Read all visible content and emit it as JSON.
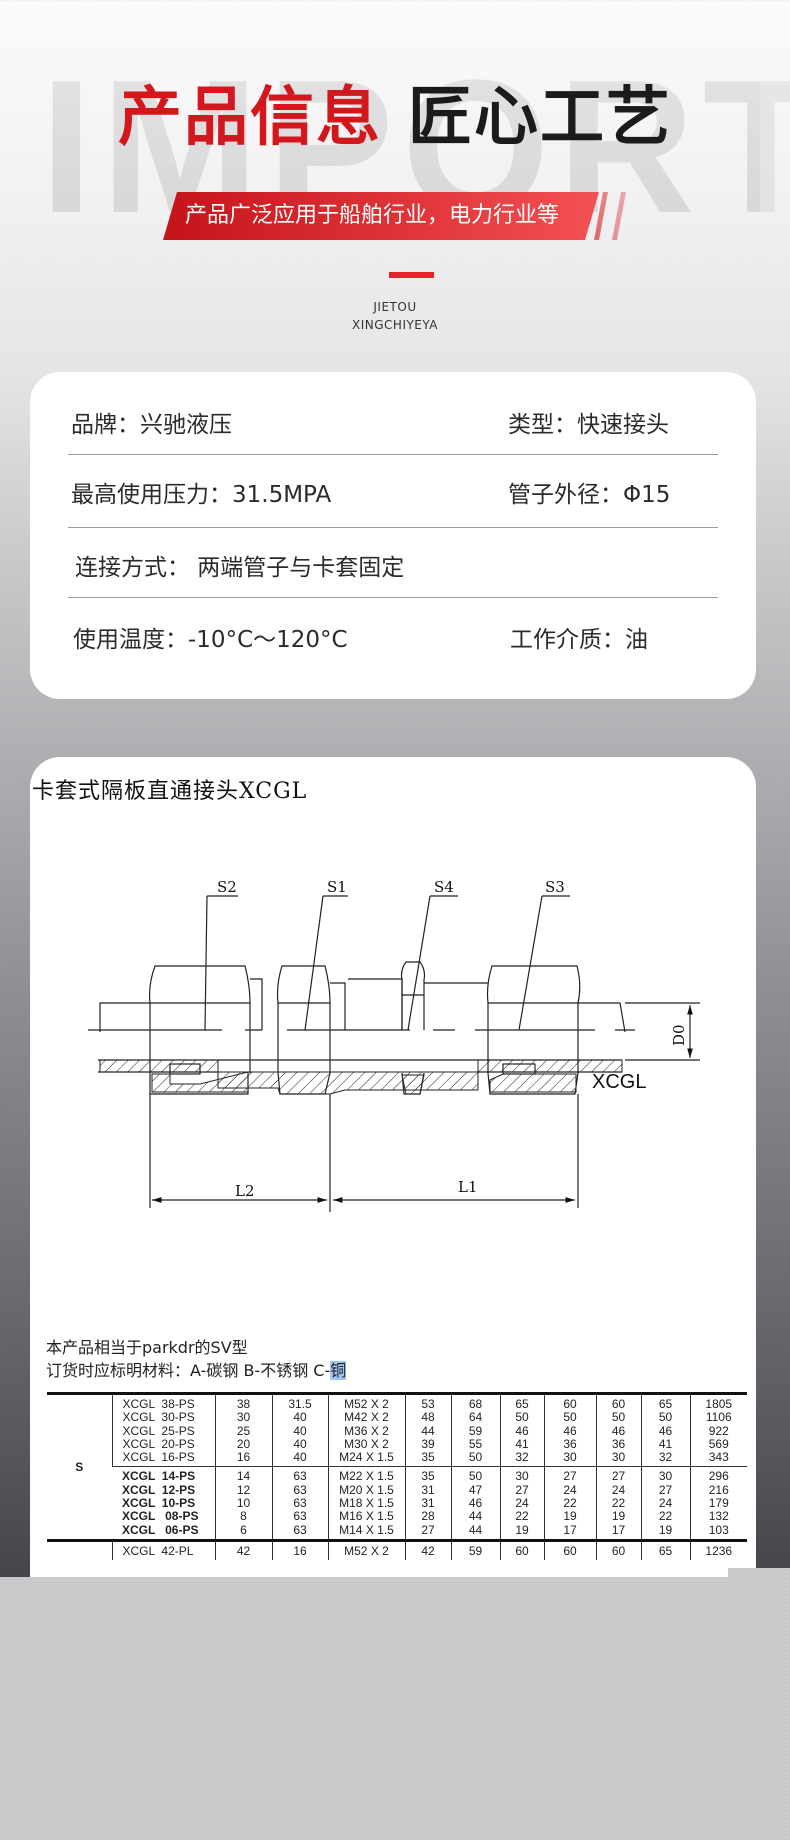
{
  "header": {
    "watermark": "IMPORT",
    "title_red": "产品信息",
    "title_dark": "匠心工艺",
    "banner_text": "产品广泛应用于船舶行业，电力行业等",
    "sub_line1": "JIETOU",
    "sub_line2": "XINGCHIYEYA",
    "colors": {
      "accent_red": "#d3181d",
      "dark": "#1b1b1b"
    }
  },
  "info": {
    "rows": [
      {
        "left": "品牌：兴驰液压",
        "right": "类型：快速接头"
      },
      {
        "left": "最高使用压力：31.5MPA",
        "right": "管子外径：Φ15"
      },
      {
        "left": "连接方式： 两端管子与卡套固定",
        "right": ""
      },
      {
        "left": "使用温度：-10°C～120°C",
        "right": "工作介质：油"
      }
    ]
  },
  "drawing": {
    "title": "卡套式隔板直通接头XCGL",
    "labels": {
      "s2": "S2",
      "s1": "S1",
      "s4": "S4",
      "s3": "S3",
      "d0": "D0",
      "l2": "L2",
      "l1": "L1",
      "part": "XCGL"
    }
  },
  "notes": {
    "line1": "本产品相当于parkdr的SV型",
    "line2_prefix": "订货时应标明材料：A-碳钢 B-不锈钢 C-",
    "line2_highlight": "铜"
  },
  "spec_table": {
    "series_label": "S",
    "groups": [
      {
        "rows": [
          [
            "XCGL  38-PS",
            "38",
            "31.5",
            "M52 X 2",
            "53",
            "68",
            "65",
            "60",
            "60",
            "65",
            "1805"
          ],
          [
            "XCGL  30-PS",
            "30",
            "40",
            "M42 X 2",
            "48",
            "64",
            "50",
            "50",
            "50",
            "50",
            "1106"
          ],
          [
            "XCGL  25-PS",
            "25",
            "40",
            "M36 X 2",
            "44",
            "59",
            "46",
            "46",
            "46",
            "46",
            "922"
          ],
          [
            "XCGL  20-PS",
            "20",
            "40",
            "M30 X 2",
            "39",
            "55",
            "41",
            "36",
            "36",
            "41",
            "569"
          ],
          [
            "XCGL  16-PS",
            "16",
            "40",
            "M24 X 1.5",
            "35",
            "50",
            "32",
            "30",
            "30",
            "32",
            "343"
          ]
        ]
      },
      {
        "rows": [
          [
            "XCGL  14-PS",
            "14",
            "63",
            "M22 X 1.5",
            "35",
            "50",
            "30",
            "27",
            "27",
            "30",
            "296"
          ],
          [
            "XCGL  12-PS",
            "12",
            "63",
            "M20 X 1.5",
            "31",
            "47",
            "27",
            "24",
            "24",
            "27",
            "216"
          ],
          [
            "XCGL  10-PS",
            "10",
            "63",
            "M18 X 1.5",
            "31",
            "46",
            "24",
            "22",
            "22",
            "24",
            "179"
          ],
          [
            "XCGL   08-PS",
            "8",
            "63",
            "M16 X 1.5",
            "28",
            "44",
            "22",
            "19",
            "19",
            "22",
            "132"
          ],
          [
            "XCGL   06-PS",
            "6",
            "63",
            "M14 X 1.5",
            "27",
            "44",
            "19",
            "17",
            "17",
            "19",
            "103"
          ]
        ]
      },
      {
        "rows": [
          [
            "XCGL  42-PL",
            "42",
            "16",
            "M52 X 2",
            "42",
            "59",
            "60",
            "60",
            "60",
            "65",
            "1236"
          ]
        ]
      }
    ]
  }
}
